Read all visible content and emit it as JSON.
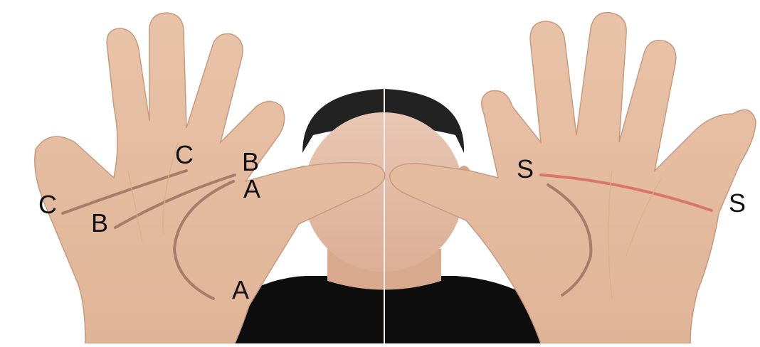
{
  "labels": {
    "left_hand": {
      "c_upper": "C",
      "b_upper": "B",
      "a_upper": "A",
      "c_lower": "C",
      "b_lower": "B",
      "a_lower": "A"
    },
    "right_hand": {
      "s_left": "S",
      "s_right": "S"
    }
  },
  "colors": {
    "background": "#ffffff",
    "skin": "#e6bfa4",
    "skin_shadow": "#cf9f83",
    "palm_line": "#a87b6a",
    "simian_line": "#d9766a",
    "shirt": "#0d0d0d",
    "hair": "#222222",
    "label_text": "#111111"
  },
  "icons": {
    "left_hand": "left-palm",
    "right_hand": "right-palm",
    "person": "faceless-person"
  }
}
